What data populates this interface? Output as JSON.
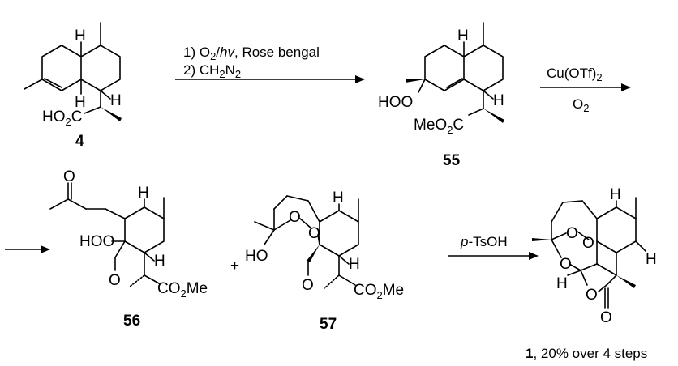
{
  "compounds": {
    "c4": {
      "label": "4",
      "atoms": {
        "h_top": "H",
        "h_bottom": "H",
        "h_side": "H",
        "acid_ho": "HO",
        "acid_sub": "2",
        "acid_c": "C"
      }
    },
    "c55": {
      "label": "55",
      "atoms": {
        "h_top": "H",
        "h_side": "H",
        "hoo": "HOO",
        "ester_meo": "MeO",
        "ester_sub": "2",
        "ester_c": "C"
      }
    },
    "c56": {
      "label": "56",
      "atoms": {
        "h_top": "H",
        "h_side": "H",
        "hoo": "HOO",
        "ketone_o": "O",
        "aldehyde_o": "O",
        "ester_co": "CO",
        "ester_sub": "2",
        "ester_me": "Me"
      }
    },
    "c57": {
      "label": "57",
      "atoms": {
        "h_top": "H",
        "h_side": "H",
        "ho": "HO",
        "o1": "O",
        "o2": "O",
        "aldehyde_o": "O",
        "ester_co": "CO",
        "ester_sub": "2",
        "ester_me": "Me"
      }
    },
    "c1": {
      "label_bold": "1",
      "label_rest": ", 20% over 4 steps",
      "atoms": {
        "h_top": "H",
        "h_side": "H",
        "h_acetal": "H",
        "o1": "O",
        "o2": "O",
        "o_ring": "O",
        "o_lactone": "O",
        "o_carbonyl": "O"
      }
    }
  },
  "plus": "+",
  "arrows": {
    "step1": {
      "line1_num": "1) O",
      "line1_sub": "2",
      "line1_slash": "/",
      "line1_hv": "hv",
      "line1_rest": ", Rose bengal",
      "line2_num": "2) CH",
      "line2_sub": "2",
      "line2_n": "N",
      "line2_sub2": "2"
    },
    "step2": {
      "top": "Cu(OTf)",
      "top_sub": "2",
      "bottom": "O",
      "bottom_sub": "2"
    },
    "step3": {
      "reagent_italic": "p",
      "reagent_rest": "-TsOH"
    }
  }
}
